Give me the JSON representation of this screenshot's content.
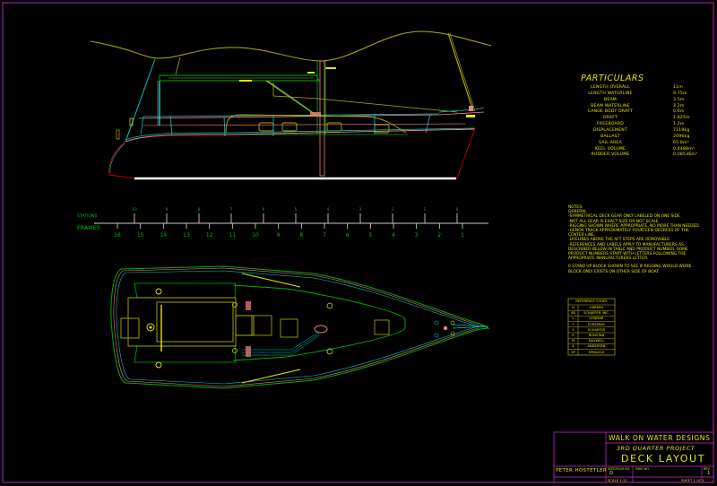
{
  "drawing": {
    "title_block": {
      "company": "WALK ON WATER DESIGNS",
      "project": "3RD QUARTER PROJECT",
      "sheet_title": "DECK LAYOUT",
      "drawn_by": "PETER HOSTETLER",
      "size_label": "SIZE/FSCM NO.",
      "size_value": "D",
      "dwg_no_label": "DWG NO.",
      "rev_label": "REV",
      "rev_value": "1",
      "scale": "SCALE 1:12",
      "sheet": "SHEET 1 OF 1"
    },
    "particulars": {
      "heading": "PARTICULARS",
      "rows": [
        {
          "label": "LENGTH OVERALL",
          "value": "11m"
        },
        {
          "label": "LENGTH WATERLINE",
          "value": "9.75m"
        },
        {
          "label": "BEAM",
          "value": "3.5m"
        },
        {
          "label": "BEAM WATERLINE",
          "value": "3.2m"
        },
        {
          "label": "CANOE BODY DRAFT",
          "value": "0.6m"
        },
        {
          "label": "DRAFT",
          "value": "1.825m"
        },
        {
          "label": "FREEBOARD",
          "value": "1.2m"
        },
        {
          "label": "DISPLACEMENT",
          "value": "7119kg"
        },
        {
          "label": "BALLAST",
          "value": "2096kg"
        },
        {
          "label": "SAIL AREA",
          "value": "65.8m²"
        },
        {
          "label": "KEEL VOLUME",
          "value": "0.4488m³"
        },
        {
          "label": "RUDDER VOLUME",
          "value": "0.08536m³"
        }
      ]
    },
    "notes": {
      "heading": "NOTES:",
      "subheading": "GENERAL",
      "lines": [
        "-SYMMETRICAL DECK GEAR ONLY LABELED ON ONE SIDE",
        "-NOT ALL GEAR IS EXACT SIZE OR NOT SCALE.",
        "-RIGGING SHOWN WHERE APPROPRIATE, NO MORE THAN NEEDED.",
        "-GENOA TRACK APPROXIMATELY FOURTEEN DEGREES OF THE CENTER LINE.",
        "-LIFELINES ABOVE THE AFT STEPS ARE REMOVABLE.",
        "-REFERENCES AND LABELS APPLY TO MANUFACTURERS AS DESCRIBED BELOW IN TABLE AND PRODUCT NUMBER. SOME PRODUCT NUMBERS START WITH LETTERS FOLLOWING THE APPROPRIATE MANUFACTURERS LETTER.",
        "0 STAND UP BLOCK SHOWN TO SEE IF RIGGING WOULD WORK. BLOCK ONLY EXISTS ON OTHER SIDE OF BOAT."
      ]
    },
    "reference_table": {
      "heading": "REFERENCE CODES",
      "rows": [
        {
          "code": "H",
          "maker": "HARKEN"
        },
        {
          "code": "SB",
          "maker": "SCHAEFER, INC."
        },
        {
          "code": "L",
          "maker": "LEWMAR"
        },
        {
          "code": "F",
          "maker": "FORESPAR"
        },
        {
          "code": "S",
          "maker": "SCHAEFER"
        },
        {
          "code": "R",
          "maker": "RONSTAN"
        },
        {
          "code": "M",
          "maker": "MAXWELL"
        },
        {
          "code": "A",
          "maker": "ANDERSEN"
        },
        {
          "code": "SP",
          "maker": "SPINLOCK"
        }
      ]
    },
    "scale_bar": {
      "stations_label": "STATIONS",
      "frames_label": "FRAMES",
      "stations": [
        "10",
        "9",
        "8",
        "7",
        "6",
        "5",
        "4",
        "3",
        "2",
        "1",
        "0"
      ],
      "frames": [
        "16",
        "15",
        "14",
        "13",
        "12",
        "11",
        "10",
        "9",
        "8",
        "7",
        "6",
        "5",
        "4",
        "3",
        "2",
        "1"
      ]
    },
    "colors": {
      "background": "#000000",
      "border": "#a020a0",
      "text": "#e6e600",
      "green": "#00c000",
      "cyan": "#00d0d0",
      "pink": "#ff8080",
      "red": "#c00000",
      "olive": "#b0b000",
      "white": "#ffffff"
    }
  }
}
